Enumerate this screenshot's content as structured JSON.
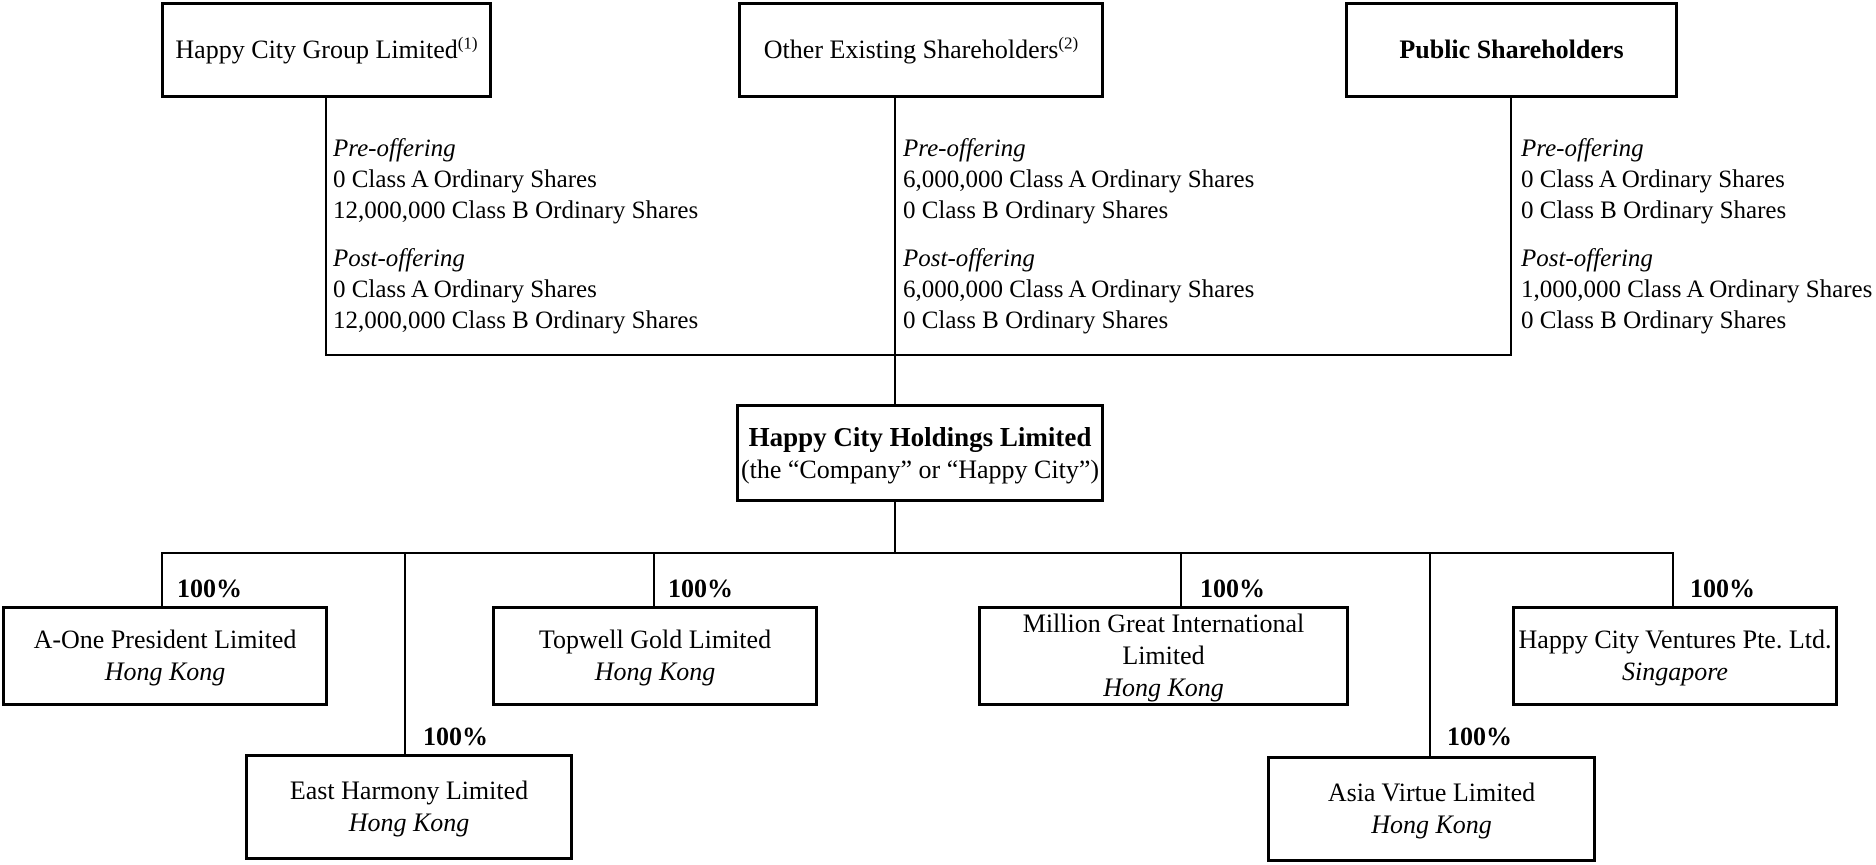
{
  "diagram": {
    "background": "#ffffff",
    "line_color": "#000000",
    "shareholders": [
      {
        "name": "Happy City Group Limited",
        "footnote": "(1)",
        "pre": {
          "heading": "Pre-offering",
          "class_a": "0 Class A Ordinary Shares",
          "class_b": "12,000,000 Class B Ordinary Shares"
        },
        "post": {
          "heading": "Post-offering",
          "class_a": "0 Class A Ordinary Shares",
          "class_b": "12,000,000 Class B Ordinary Shares"
        }
      },
      {
        "name": "Other Existing Shareholders",
        "footnote": "(2)",
        "pre": {
          "heading": "Pre-offering",
          "class_a": "6,000,000 Class A Ordinary Shares",
          "class_b": "0 Class B Ordinary Shares"
        },
        "post": {
          "heading": "Post-offering",
          "class_a": "6,000,000 Class A Ordinary Shares",
          "class_b": "0 Class B Ordinary Shares"
        }
      },
      {
        "name": "Public Shareholders",
        "footnote": "",
        "pre": {
          "heading": "Pre-offering",
          "class_a": "0 Class A Ordinary Shares",
          "class_b": "0 Class B Ordinary Shares"
        },
        "post": {
          "heading": "Post-offering",
          "class_a": "1,000,000 Class A Ordinary Shares",
          "class_b": "0 Class B Ordinary Shares"
        }
      }
    ],
    "company": {
      "name": "Happy City Holdings Limited",
      "alias": "(the “Company” or “Happy City”)"
    },
    "subsidiaries": [
      {
        "name": "A-One President Limited",
        "jurisdiction": "Hong Kong",
        "ownership": "100%"
      },
      {
        "name": "East Harmony Limited",
        "jurisdiction": "Hong Kong",
        "ownership": "100%"
      },
      {
        "name": "Topwell Gold Limited",
        "jurisdiction": "Hong Kong",
        "ownership": "100%"
      },
      {
        "name": "Million Great International Limited",
        "jurisdiction": "Hong Kong",
        "ownership": "100%"
      },
      {
        "name": "Asia Virtue Limited",
        "jurisdiction": "Hong Kong",
        "ownership": "100%"
      },
      {
        "name": "Happy City Ventures Pte. Ltd.",
        "jurisdiction": "Singapore",
        "ownership": "100%"
      }
    ]
  }
}
